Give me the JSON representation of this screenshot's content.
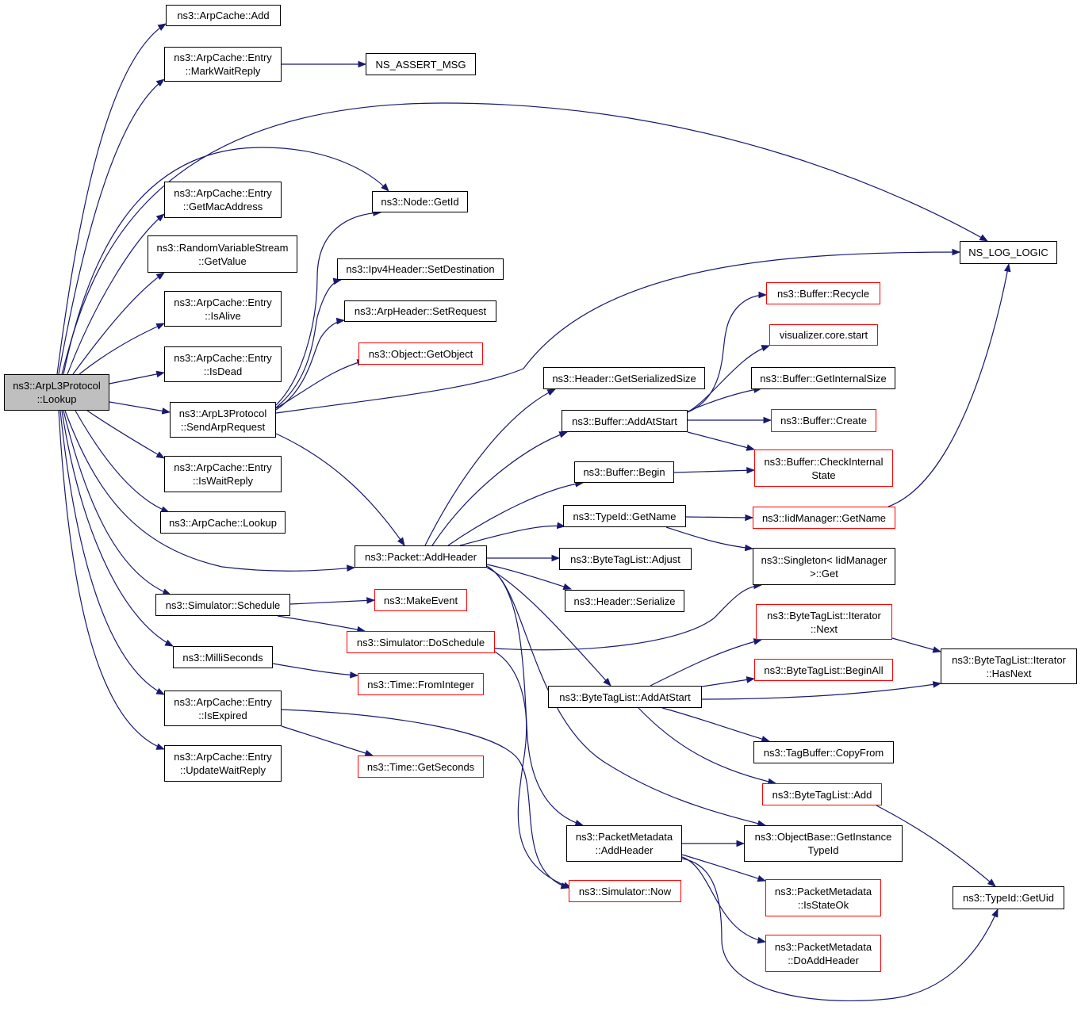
{
  "colors": {
    "edge": "#191970",
    "box_border": "#000000",
    "box_border_incomplete": "#ff0000",
    "root_fill": "#bfbfbf"
  },
  "nodes": {
    "root": {
      "l1": "ns3::ArpL3Protocol",
      "l2": "::Lookup"
    },
    "arpcache_add": {
      "l1": "ns3::ArpCache::Add"
    },
    "markwaitreply": {
      "l1": "ns3::ArpCache::Entry",
      "l2": "::MarkWaitReply"
    },
    "ns_assert_msg": {
      "l1": "NS_ASSERT_MSG"
    },
    "getmacaddress": {
      "l1": "ns3::ArpCache::Entry",
      "l2": "::GetMacAddress"
    },
    "node_getid": {
      "l1": "ns3::Node::GetId"
    },
    "rvs_getvalue": {
      "l1": "ns3::RandomVariableStream",
      "l2": "::GetValue"
    },
    "ns_log_logic": {
      "l1": "NS_LOG_LOGIC"
    },
    "ipv4_setdest": {
      "l1": "ns3::Ipv4Header::SetDestination"
    },
    "isalive": {
      "l1": "ns3::ArpCache::Entry",
      "l2": "::IsAlive"
    },
    "arpheader_setrequest": {
      "l1": "ns3::ArpHeader::SetRequest"
    },
    "buffer_recycle": {
      "l1": "ns3::Buffer::Recycle"
    },
    "visualizer_start": {
      "l1": "visualizer.core.start"
    },
    "object_getobject": {
      "l1": "ns3::Object::GetObject"
    },
    "isdead": {
      "l1": "ns3::ArpCache::Entry",
      "l2": "::IsDead"
    },
    "header_getserializedsize": {
      "l1": "ns3::Header::GetSerializedSize"
    },
    "buffer_getinternalsize": {
      "l1": "ns3::Buffer::GetInternalSize"
    },
    "sendarprequest": {
      "l1": "ns3::ArpL3Protocol",
      "l2": "::SendArpRequest"
    },
    "buffer_addatstart": {
      "l1": "ns3::Buffer::AddAtStart"
    },
    "buffer_create": {
      "l1": "ns3::Buffer::Create"
    },
    "buffer_checkinternalstate": {
      "l1": "ns3::Buffer::CheckInternal",
      "l2": "State"
    },
    "iswaitreply": {
      "l1": "ns3::ArpCache::Entry",
      "l2": "::IsWaitReply"
    },
    "buffer_begin": {
      "l1": "ns3::Buffer::Begin"
    },
    "arpcache_lookup": {
      "l1": "ns3::ArpCache::Lookup"
    },
    "typeid_getname": {
      "l1": "ns3::TypeId::GetName"
    },
    "iidmanager_getname": {
      "l1": "ns3::IidManager::GetName"
    },
    "packet_addheader": {
      "l1": "ns3::Packet::AddHeader"
    },
    "bytetaglist_adjust": {
      "l1": "ns3::ByteTagList::Adjust"
    },
    "singleton_get": {
      "l1": "ns3::Singleton< IidManager",
      "l2": ">::Get"
    },
    "simulator_schedule": {
      "l1": "ns3::Simulator::Schedule"
    },
    "makeevent": {
      "l1": "ns3::MakeEvent"
    },
    "header_serialize": {
      "l1": "ns3::Header::Serialize"
    },
    "iterator_next": {
      "l1": "ns3::ByteTagList::Iterator",
      "l2": "::Next"
    },
    "simulator_doschedule": {
      "l1": "ns3::Simulator::DoSchedule"
    },
    "milliseconds": {
      "l1": "ns3::MilliSeconds"
    },
    "iterator_hasnext": {
      "l1": "ns3::ByteTagList::Iterator",
      "l2": "::HasNext"
    },
    "bytetaglist_beginall": {
      "l1": "ns3::ByteTagList::BeginAll"
    },
    "time_frominteger": {
      "l1": "ns3::Time::FromInteger"
    },
    "bytetaglist_addatstart": {
      "l1": "ns3::ByteTagList::AddAtStart"
    },
    "isexpired": {
      "l1": "ns3::ArpCache::Entry",
      "l2": "::IsExpired"
    },
    "tagbuffer_copyfrom": {
      "l1": "ns3::TagBuffer::CopyFrom"
    },
    "updatewaitreply": {
      "l1": "ns3::ArpCache::Entry",
      "l2": "::UpdateWaitReply"
    },
    "time_getseconds": {
      "l1": "ns3::Time::GetSeconds"
    },
    "bytetaglist_add": {
      "l1": "ns3::ByteTagList::Add"
    },
    "packetmetadata_addheader": {
      "l1": "ns3::PacketMetadata",
      "l2": "::AddHeader"
    },
    "objectbase_getinstancetypeid": {
      "l1": "ns3::ObjectBase::GetInstance",
      "l2": "TypeId"
    },
    "packetmetadata_isstateok": {
      "l1": "ns3::PacketMetadata",
      "l2": "::IsStateOk"
    },
    "typeid_getuid": {
      "l1": "ns3::TypeId::GetUid"
    },
    "simulator_now": {
      "l1": "ns3::Simulator::Now"
    },
    "packetmetadata_doaddheader": {
      "l1": "ns3::PacketMetadata",
      "l2": "::DoAddHeader"
    }
  }
}
